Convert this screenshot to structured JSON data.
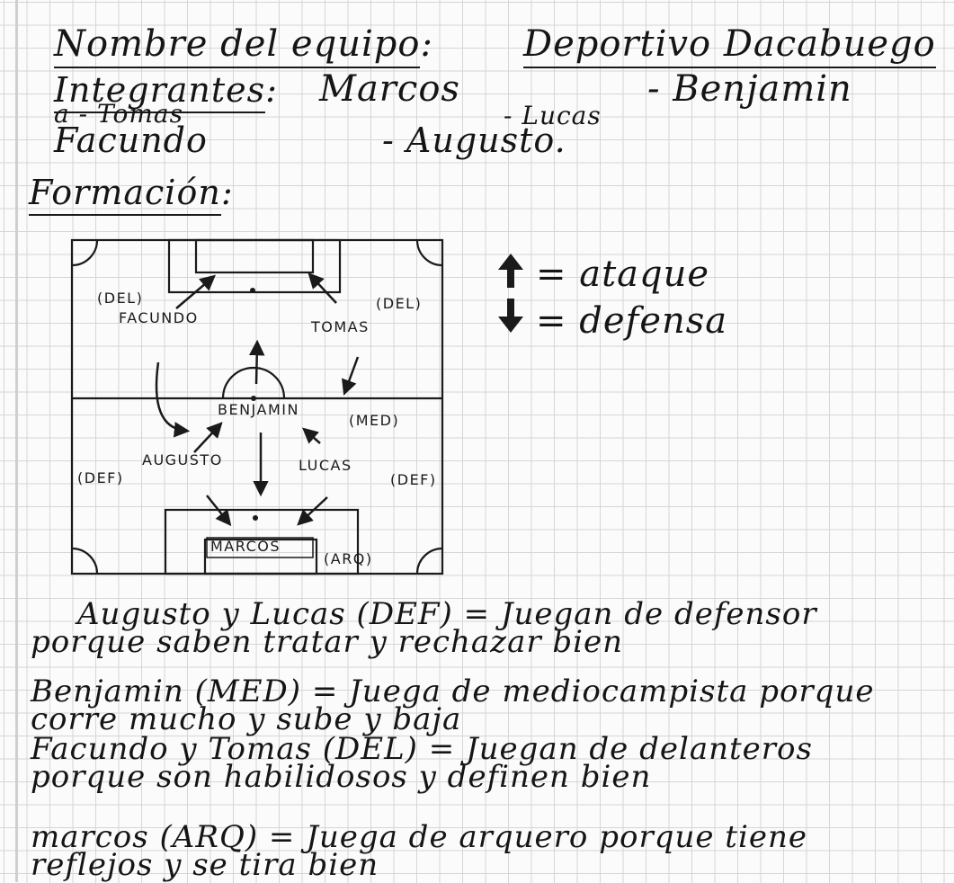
{
  "header": {
    "team_label": "Nombre del equipo",
    "team_name": "Deportivo Dacabuego",
    "members_label": "Integrantes",
    "members": [
      "Marcos",
      "Benjamin",
      "Tomas",
      "Lucas",
      "Facundo",
      "Augusto"
    ],
    "formation_label": "Formación"
  },
  "field": {
    "labels": {
      "facundo": "FACUNDO",
      "tomas": "TOMAS",
      "benjamin": "BENJAMIN",
      "augusto": "AUGUSTO",
      "lucas": "LUCAS",
      "marcos": "MARCOS",
      "del_left": "(DEL)",
      "del_right": "(DEL)",
      "med": "(MED)",
      "def_left": "(DEF)",
      "def_right": "(DEF)",
      "arq": "(ARQ)"
    }
  },
  "legend": {
    "attack": "= ataque",
    "defense": "= defensa"
  },
  "statements": [
    "Augusto y Lucas (DEF) = Juegan de defensor porque saben tratar y rechazar bien",
    "Benjamin (MED) = Juega de mediocampista porque corre mucho y sube y baja",
    "Facundo y Tomas (DEL) = Juegan de delanteros porque son habilidosos y definen bien",
    "marcos (ARQ) = Juega de arquero porque tiene reflejos y se tira bien"
  ]
}
